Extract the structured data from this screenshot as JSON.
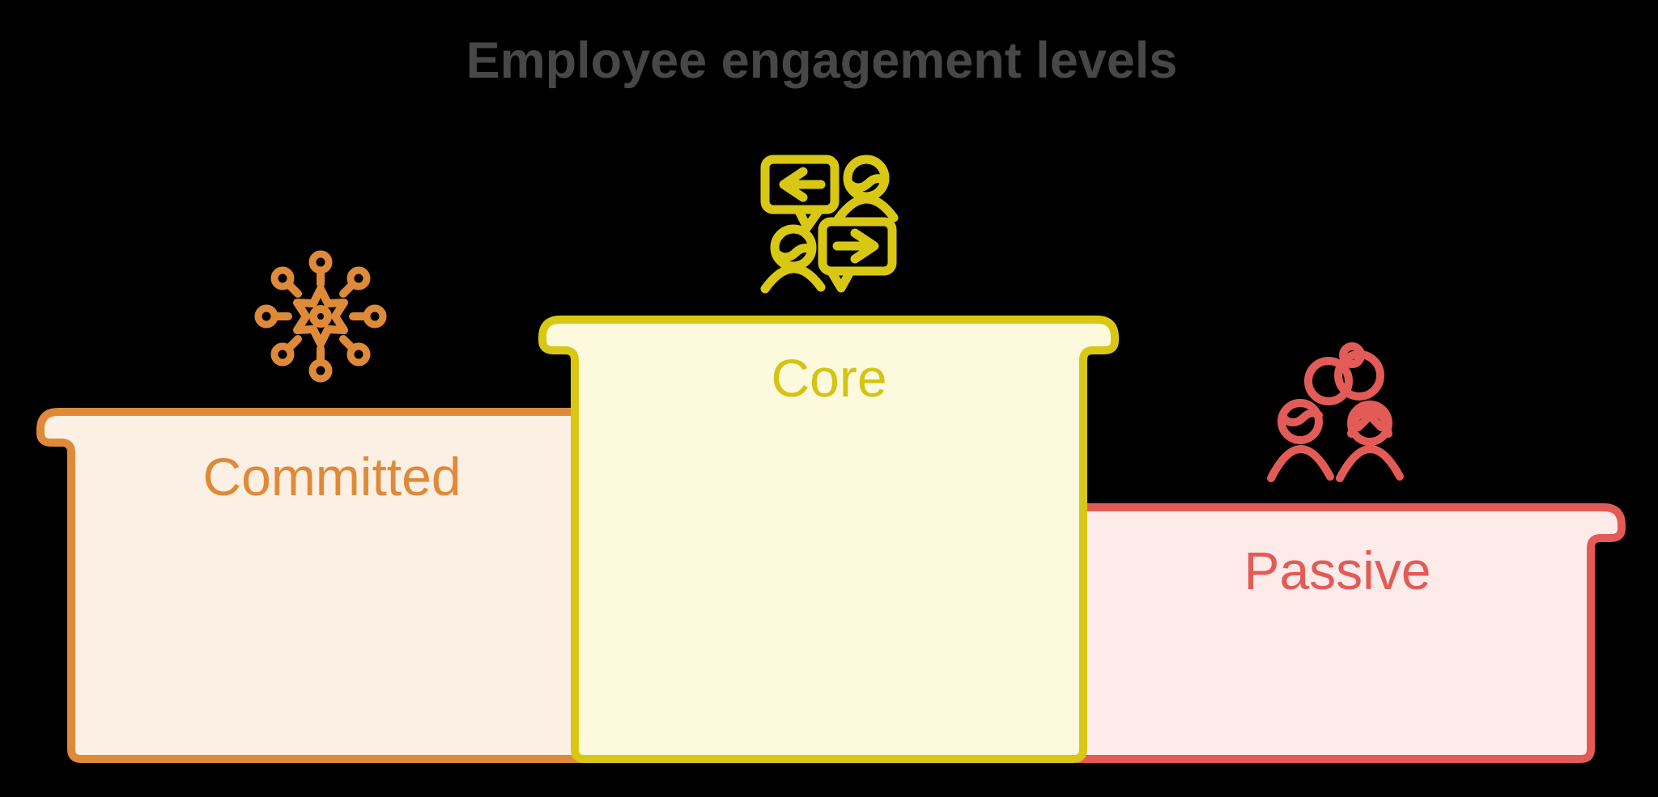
{
  "background_color": "#000000",
  "title": {
    "text": "Employee engagement levels",
    "color": "#474747"
  },
  "bars": [
    {
      "id": "committed",
      "label": "Committed",
      "relative_height": "medium",
      "position": "left",
      "fill_color": "#FCEFE3",
      "stroke_color": "#DF8A39",
      "label_color": "#DF8A39",
      "icon": "network-hub-icon"
    },
    {
      "id": "core",
      "label": "Core",
      "relative_height": "tallest",
      "position": "center",
      "fill_color": "#FCF9DC",
      "stroke_color": "#D8C814",
      "label_color": "#D4C413",
      "icon": "conversation-icon"
    },
    {
      "id": "passive",
      "label": "Passive",
      "relative_height": "shortest",
      "position": "right",
      "fill_color": "#FDEBEA",
      "stroke_color": "#E25B57",
      "label_color": "#E25B57",
      "icon": "two-people-link-icon"
    }
  ]
}
